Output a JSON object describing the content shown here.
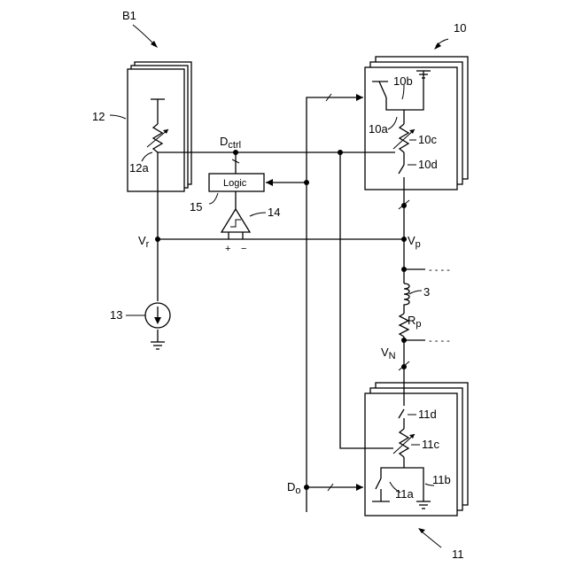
{
  "labels": {
    "block": "B1",
    "ref_10": "10",
    "ref_10a": "10a",
    "ref_10b": "10b",
    "ref_10c": "10c",
    "ref_10d": "10d",
    "ref_11": "11",
    "ref_11a": "11a",
    "ref_11b": "11b",
    "ref_11c": "11c",
    "ref_11d": "11d",
    "ref_12": "12",
    "ref_12a": "12a",
    "ref_13": "13",
    "ref_14": "14",
    "ref_15": "15",
    "ref_3": "3",
    "logic": "Logic",
    "d_ctrl": "D",
    "d_ctrl_sub": "ctrl",
    "v_r": "V",
    "v_r_sub": "r",
    "v_p": "V",
    "v_p_sub": "p",
    "v_n": "V",
    "v_n_sub": "N",
    "r_p": "R",
    "r_p_sub": "p",
    "d_o": "D",
    "d_o_sub": "o",
    "plus": "+",
    "minus": "−",
    "ellipsis_top": "- - - -",
    "ellipsis_bottom": "- - - -"
  },
  "icons": {
    "current_source": "current-source-icon",
    "ground": "ground-icon",
    "comparator": "comparator-icon",
    "potentiometer": "potentiometer-icon",
    "inductor": "inductor-icon",
    "switch": "switch-icon"
  }
}
